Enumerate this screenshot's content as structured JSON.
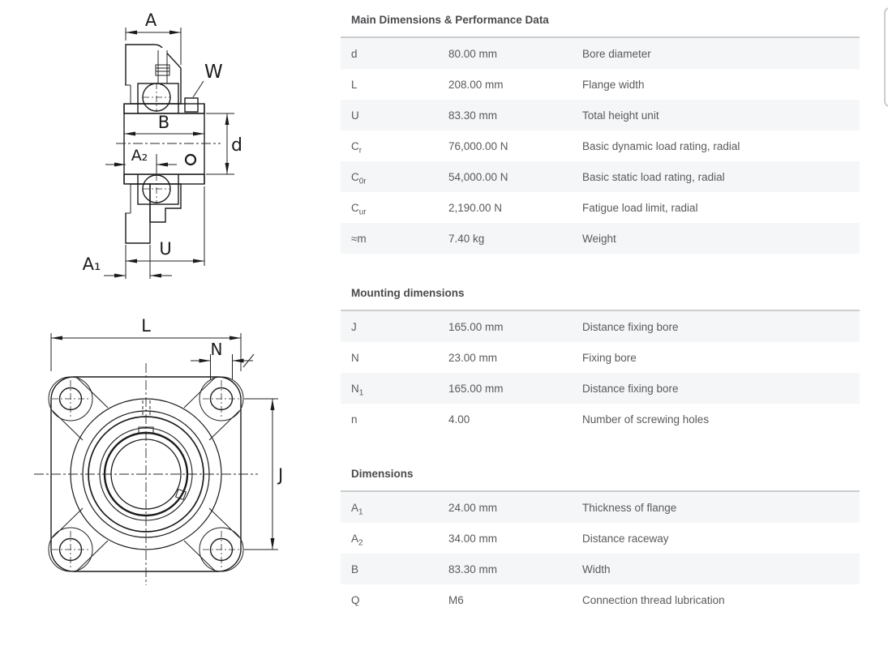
{
  "drawing": {
    "section_view": {
      "labels": {
        "A": "A",
        "W": "W",
        "B": "B",
        "d": "d",
        "A2": "A₂",
        "U": "U",
        "A1": "A₁"
      }
    },
    "front_view": {
      "labels": {
        "L": "L",
        "N": "N",
        "J": "J"
      }
    }
  },
  "tables": {
    "sections": [
      {
        "title": "Main Dimensions & Performance Data",
        "rows": [
          {
            "sym": "d",
            "sub": "",
            "value": "80.00 mm",
            "desc": "Bore diameter"
          },
          {
            "sym": "L",
            "sub": "",
            "value": "208.00 mm",
            "desc": "Flange width"
          },
          {
            "sym": "U",
            "sub": "",
            "value": "83.30 mm",
            "desc": "Total height unit"
          },
          {
            "sym": "C",
            "sub": "r",
            "value": "76,000.00 N",
            "desc": "Basic dynamic load rating, radial"
          },
          {
            "sym": "C",
            "sub": "0r",
            "value": "54,000.00 N",
            "desc": "Basic static load rating, radial"
          },
          {
            "sym": "C",
            "sub": "ur",
            "value": "2,190.00 N",
            "desc": "Fatigue load limit, radial"
          },
          {
            "sym": "≈m",
            "sub": "",
            "value": "7.40 kg",
            "desc": "Weight"
          }
        ]
      },
      {
        "title": "Mounting dimensions",
        "rows": [
          {
            "sym": "J",
            "sub": "",
            "value": "165.00 mm",
            "desc": "Distance fixing bore"
          },
          {
            "sym": "N",
            "sub": "",
            "value": "23.00 mm",
            "desc": "Fixing bore"
          },
          {
            "sym": "N",
            "sub": "1",
            "value": "165.00 mm",
            "desc": "Distance fixing bore"
          },
          {
            "sym": "n",
            "sub": "",
            "value": "4.00",
            "desc": "Number of screwing holes"
          }
        ]
      },
      {
        "title": "Dimensions",
        "rows": [
          {
            "sym": "A",
            "sub": "1",
            "value": "24.00 mm",
            "desc": "Thickness of flange"
          },
          {
            "sym": "A",
            "sub": "2",
            "value": "34.00 mm",
            "desc": "Distance raceway"
          },
          {
            "sym": "B",
            "sub": "",
            "value": "83.30 mm",
            "desc": "Width"
          },
          {
            "sym": "Q",
            "sub": "",
            "value": "M6",
            "desc": "Connection thread lubrication"
          }
        ]
      }
    ]
  },
  "colors": {
    "row_stripe": "#f5f6f7",
    "header_rule": "#cbcdcf",
    "cell_text": "#595a5c",
    "heading_text": "#4a4b4d",
    "drawing_line": "#1b1b1b"
  }
}
